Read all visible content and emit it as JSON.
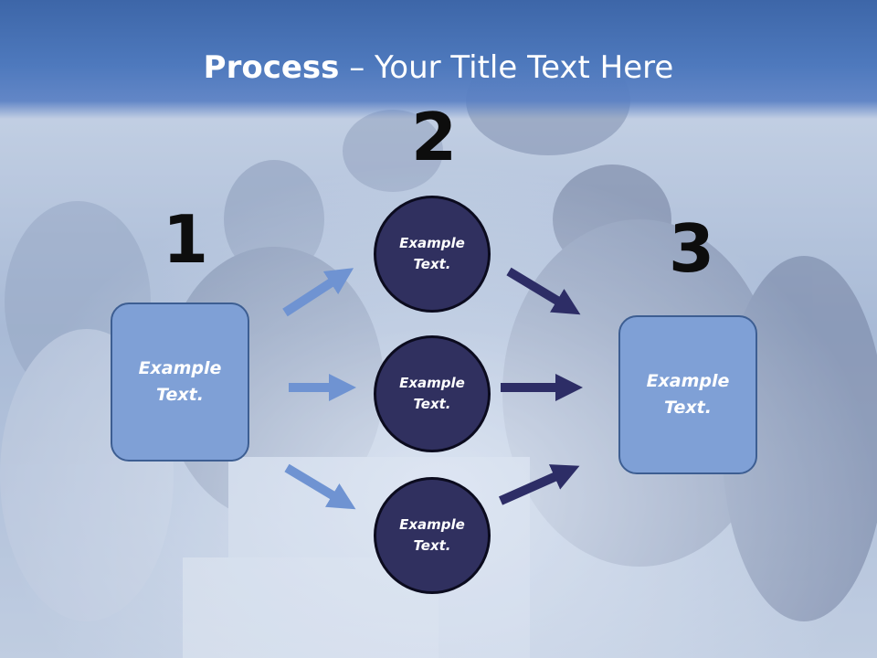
{
  "title": {
    "bold": "Process",
    "separator": " – ",
    "rest": "Your Title Text Here"
  },
  "steps": {
    "n1": "1",
    "n2": "2",
    "n3": "3"
  },
  "left_box": {
    "label": "Example\nText."
  },
  "right_box": {
    "label": "Example\nText."
  },
  "circles": [
    {
      "label": "Example\nText."
    },
    {
      "label": "Example\nText."
    },
    {
      "label": "Example\nText."
    }
  ],
  "colors": {
    "header": "#4e79bd",
    "box_fill": "#7fa0d6",
    "circle_fill": "#30305f",
    "arrow_light": "#6f93d2",
    "arrow_dark": "#2d2d66"
  }
}
